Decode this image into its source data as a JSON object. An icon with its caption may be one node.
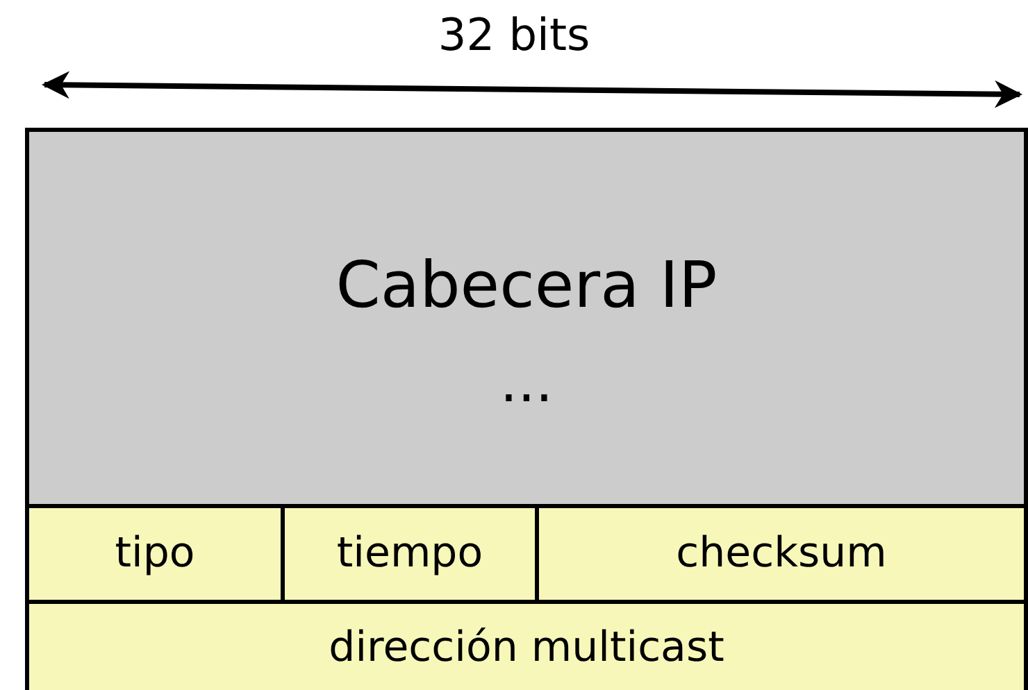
{
  "diagram": {
    "nodes": [
      {
        "text": [
          "Cabecera IP",
          "..."
        ]
      },
      {
        "text": [
          "tipo"
        ]
      },
      {
        "text": [
          "tiempo"
        ]
      },
      {
        "text": [
          "checksum"
        ]
      },
      {
        "text": [
          "dirección multicast"
        ]
      }
    ],
    "labels": [
      "32 bits"
    ]
  }
}
